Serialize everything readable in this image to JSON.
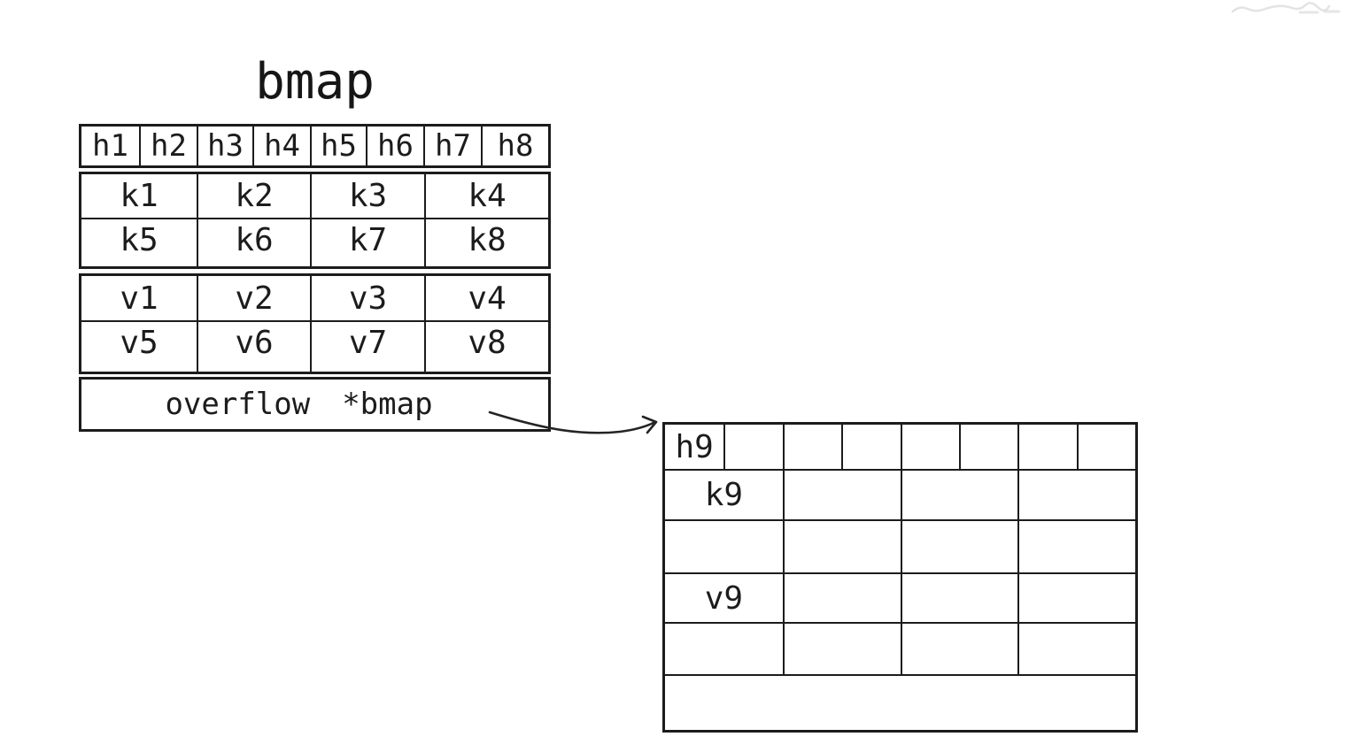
{
  "title": "bmap",
  "colors": {
    "ink": "#1c1c1c",
    "background": "#ffffff",
    "watermark_gray": "#dcdcdc"
  },
  "left_table": {
    "header": [
      "h1",
      "h2",
      "h3",
      "h4",
      "h5",
      "h6",
      "h7",
      "h8"
    ],
    "keys": [
      [
        "k1",
        "k2",
        "k3",
        "k4"
      ],
      [
        "k5",
        "k6",
        "k7",
        "k8"
      ]
    ],
    "values": [
      [
        "v1",
        "v2",
        "v3",
        "v4"
      ],
      [
        "v5",
        "v6",
        "v7",
        "v8"
      ]
    ],
    "overflow": {
      "field": "overflow",
      "type": "*bmap"
    }
  },
  "right_table": {
    "header": [
      "h9",
      "",
      "",
      "",
      "",
      "",
      "",
      ""
    ],
    "rows": [
      [
        "k9",
        "",
        "",
        ""
      ],
      [
        "",
        "",
        "",
        ""
      ],
      [
        "v9",
        "",
        "",
        ""
      ],
      [
        "",
        "",
        "",
        ""
      ]
    ],
    "overflow_text": ""
  },
  "icons": {
    "arrow": "curved-pointer-arrow",
    "watermark": "faint-scribble"
  }
}
